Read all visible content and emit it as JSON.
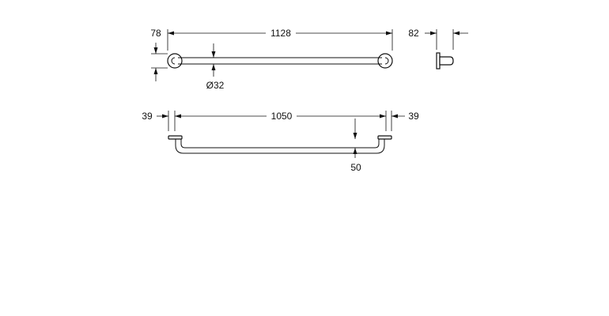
{
  "dimensions": {
    "top_length": "1128",
    "top_height": "78",
    "diameter": "Ø32",
    "side_depth": "82",
    "bottom_length": "1050",
    "left_flange": "39",
    "right_flange": "39",
    "projection": "50"
  },
  "colors": {
    "line": "#111111",
    "background": "#ffffff"
  }
}
